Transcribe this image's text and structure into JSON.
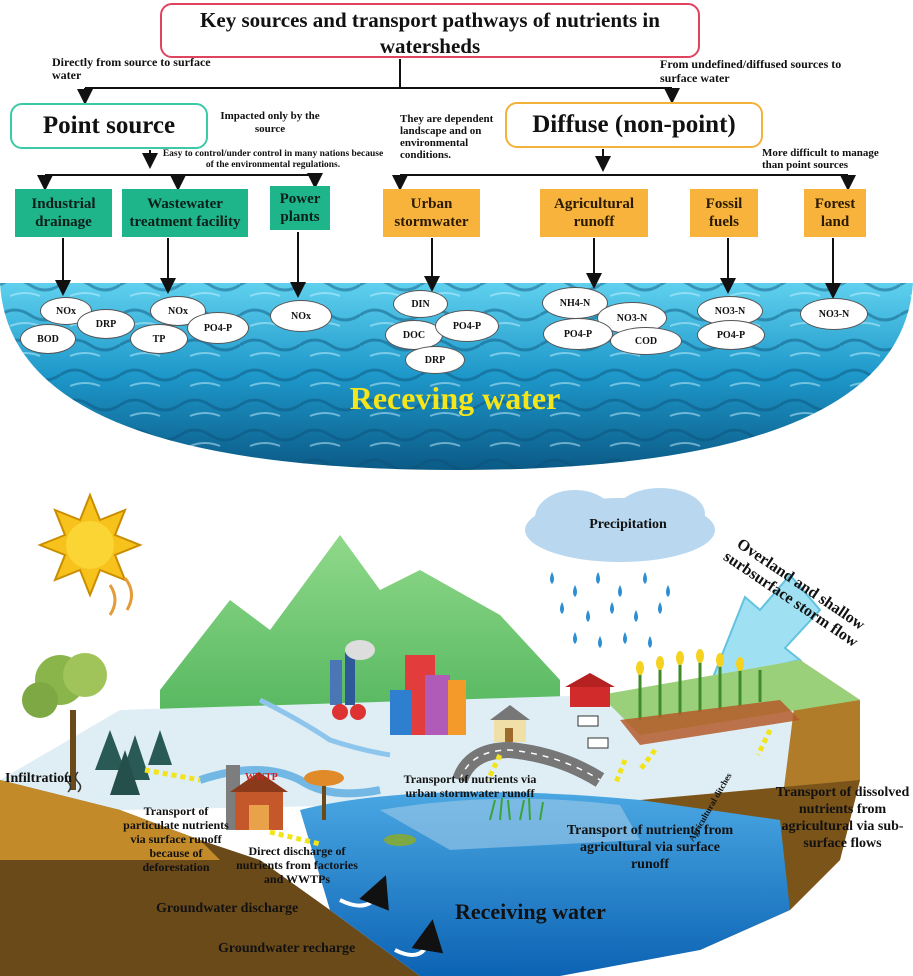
{
  "title": "Key sources and transport pathways of nutrients in watersheds",
  "top": {
    "left_path_note": "Directly from source to surface water",
    "right_path_note": "From undefined/diffused sources to surface water",
    "point_source": {
      "label": "Point source",
      "note_impact": "Impacted only by the source",
      "note_control": "Easy to control/under control in many nations because of the environmental regulations.",
      "categories": [
        {
          "label": "Industrial drainage",
          "items": [
            "NOx",
            "DRP",
            "BOD"
          ]
        },
        {
          "label": "Wastewater treatment facility",
          "items": [
            "NOx",
            "PO4-P",
            "TP"
          ]
        },
        {
          "label": "Power plants",
          "items": [
            "NOx"
          ]
        }
      ]
    },
    "diffuse_source": {
      "label": "Diffuse (non-point)",
      "note_dependent": "They are dependent landscape and on environmental conditions.",
      "note_difficult": "More difficult to manage than point sources",
      "categories": [
        {
          "label": "Urban stormwater",
          "items": [
            "DIN",
            "DOC",
            "PO4-P",
            "DRP"
          ]
        },
        {
          "label": "Agricultural runoff",
          "items": [
            "NH4-N",
            "NO3-N",
            "PO4-P",
            "COD"
          ]
        },
        {
          "label": "Fossil fuels",
          "items": [
            "NO3-N",
            "PO4-P"
          ]
        },
        {
          "label": "Forest land",
          "items": [
            "NO3-N"
          ]
        }
      ]
    },
    "receiving_water": "Receving water"
  },
  "bottom": {
    "precipitation": "Precipitation",
    "overland_flow": "Overland and shallow surbsurface storm flow",
    "infiltration": "Infiltration",
    "wwtp": "WWTP",
    "particulate": "Transport of particulate nutrients via surface runoff because of deforestation",
    "direct_discharge": "Direct discharge of nutrients from factories and WWTPs",
    "urban_transport": "Transport of nutrients via urban stormwater runoff",
    "agricultural_ditches": "Agricultural ditches",
    "agri_surface": "Transport of nutrients from agricultural via surface runoff",
    "subsurface": "Transport of dissolved nutrients from agricultural via sub-surface flows",
    "gw_discharge": "Groundwater discharge",
    "gw_recharge": "Groundwater recharge",
    "receiving_water": "Receiving water"
  },
  "colors": {
    "title_border": "#e0435e",
    "point_border": "#3bc9a8",
    "diffuse_border": "#f2b23a",
    "point_fill": "#1fb58a",
    "diffuse_fill": "#f8b33c",
    "water": "#2aa8d8",
    "receiving_text": "#f5e51b"
  }
}
